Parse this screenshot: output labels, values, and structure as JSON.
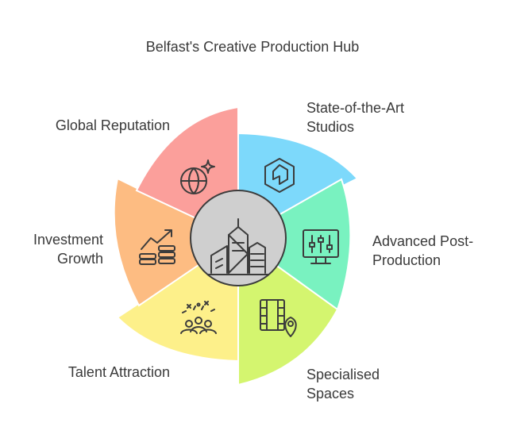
{
  "title": "Belfast's Creative Production Hub",
  "segments": [
    {
      "label_lines": [
        "State-of-the-Art",
        "Studios"
      ],
      "color": "#7dd9fb",
      "icon": "cube-hexagon-icon"
    },
    {
      "label_lines": [
        "Advanced Post-",
        "Production"
      ],
      "color": "#79f2c0",
      "icon": "mixer-monitor-icon"
    },
    {
      "label_lines": [
        "Specialised",
        "Spaces"
      ],
      "color": "#d4f56f",
      "icon": "film-location-icon"
    },
    {
      "label_lines": [
        "Talent Attraction"
      ],
      "color": "#fdf08a",
      "icon": "people-stars-icon"
    },
    {
      "label_lines": [
        "Investment",
        "Growth"
      ],
      "color": "#fdbc82",
      "icon": "chart-coins-icon"
    },
    {
      "label_lines": [
        "Global Reputation"
      ],
      "color": "#fb9f9b",
      "icon": "globe-sparkle-icon"
    }
  ],
  "center": {
    "color": "#cfcfcf",
    "icon": "city-buildings-icon"
  }
}
